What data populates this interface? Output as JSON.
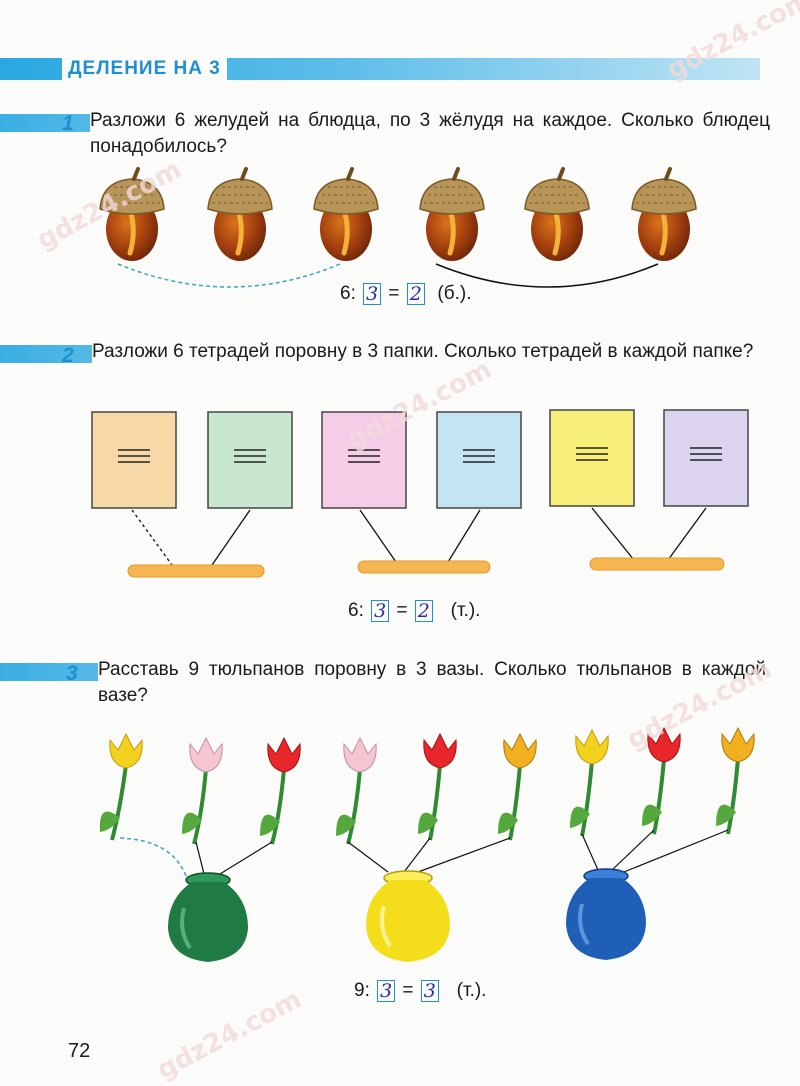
{
  "section_title": "ДЕЛЕНИЕ НА 3",
  "tasks": [
    {
      "num": "1",
      "text": "Разложи 6 желудей на блюдца, по 3 жёлудя на каждое. Сколько блюдец понадобилось?",
      "eq": {
        "dividend": "6",
        "op": ":",
        "a1": "3",
        "eq": "=",
        "a2": "2",
        "unit": "(б.)."
      }
    },
    {
      "num": "2",
      "text": "Разложи 6 тетрадей поровну в 3 папки. Сколько тетрадей в каждой папке?",
      "eq": {
        "dividend": "6",
        "op": ":",
        "a1": "3",
        "eq": "=",
        "a2": "2",
        "unit": "(т.)."
      }
    },
    {
      "num": "3",
      "text": "Расставь 9 тюльпанов поровну в 3 вазы. Сколько тюльпанов в каждой вазе?",
      "eq": {
        "dividend": "9",
        "op": ":",
        "a1": "3",
        "eq": "=",
        "a2": "3",
        "unit": "(т.)."
      }
    }
  ],
  "page_number": "72",
  "watermarks": [
    "gdz24.com",
    "gdz24.com",
    "gdz24.com",
    "gdz24.com",
    "gdz24.com"
  ],
  "colors": {
    "accent": "#1f8fd0",
    "notebooks": [
      "#f7d9a8",
      "#c9e6cf",
      "#f6cde6",
      "#c4e3f3",
      "#f8ef7a",
      "#dcd3ef"
    ],
    "tray": "#f5b651",
    "tulips": [
      "#f2d21e",
      "#f4c6d2",
      "#e8262b",
      "#f4c6d2",
      "#e8262b",
      "#f0b020",
      "#f2d21e",
      "#e8262b",
      "#f0b020"
    ],
    "vases": [
      "#1f7a44",
      "#f4de1c",
      "#1f5fb8"
    ]
  }
}
